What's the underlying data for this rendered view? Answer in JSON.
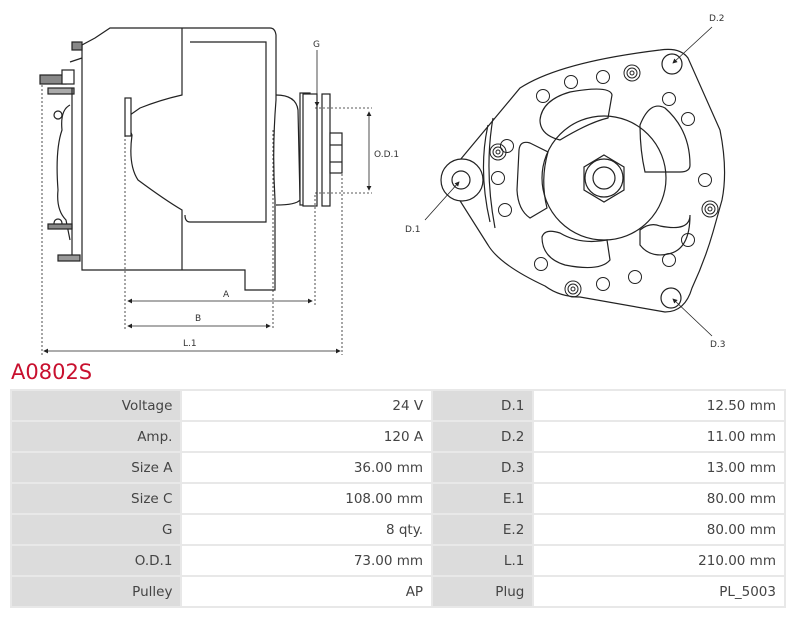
{
  "drawing": {
    "side_view_labels": {
      "g": "G",
      "od1": "O.D.1",
      "a": "A",
      "b": "B",
      "l1": "L.1"
    },
    "front_view_labels": {
      "d1": "D.1",
      "d2": "D.2",
      "d3": "D.3"
    }
  },
  "product": {
    "code": "A0802S"
  },
  "specs": {
    "rows": [
      {
        "label": "Voltage",
        "value": "24 V",
        "label2": "D.1",
        "value2": "12.50 mm"
      },
      {
        "label": "Amp.",
        "value": "120 A",
        "label2": "D.2",
        "value2": "11.00 mm"
      },
      {
        "label": "Size A",
        "value": "36.00 mm",
        "label2": "D.3",
        "value2": "13.00 mm"
      },
      {
        "label": "Size C",
        "value": "108.00 mm",
        "label2": "E.1",
        "value2": "80.00 mm"
      },
      {
        "label": "G",
        "value": "8 qty.",
        "label2": "E.2",
        "value2": "80.00 mm"
      },
      {
        "label": "O.D.1",
        "value": "73.00 mm",
        "label2": "L.1",
        "value2": "210.00 mm"
      },
      {
        "label": "Pulley",
        "value": "AP",
        "label2": "Plug",
        "value2": "PL_5003"
      }
    ]
  }
}
